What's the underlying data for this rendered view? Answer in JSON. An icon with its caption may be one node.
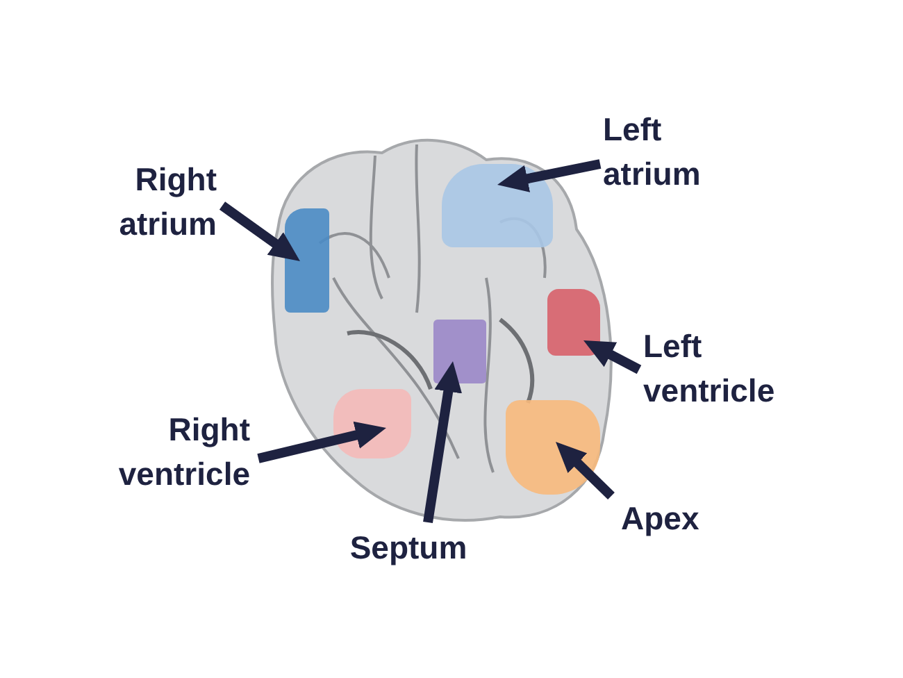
{
  "diagram": {
    "nodes": [
      {
        "text": [
          "Right atrium"
        ]
      },
      {
        "text": [],
        "shape": "box"
      },
      {
        "text": [
          "Left atrium"
        ]
      },
      {
        "text": [],
        "shape": "box"
      },
      {
        "text": [
          "Left ventricle"
        ]
      },
      {
        "text": [],
        "shape": "box"
      },
      {
        "text": [
          "Right ventricle"
        ]
      },
      {
        "text": [],
        "shape": "box"
      },
      {
        "text": [
          "Septum"
        ]
      },
      {
        "text": [],
        "shape": "box"
      },
      {
        "text": [
          "Apex"
        ]
      },
      {
        "text": [],
        "shape": "box"
      }
    ],
    "edges": [
      {
        "from": 0,
        "to": 1,
        "arrow": "to"
      },
      {
        "from": 2,
        "to": 3,
        "arrow": "to"
      },
      {
        "from": 4,
        "to": 5,
        "arrow": "to"
      },
      {
        "from": 6,
        "to": 7,
        "arrow": "to"
      },
      {
        "from": 8,
        "to": 9,
        "arrow": "to"
      },
      {
        "from": 10,
        "to": 11,
        "arrow": "to"
      }
    ]
  }
}
